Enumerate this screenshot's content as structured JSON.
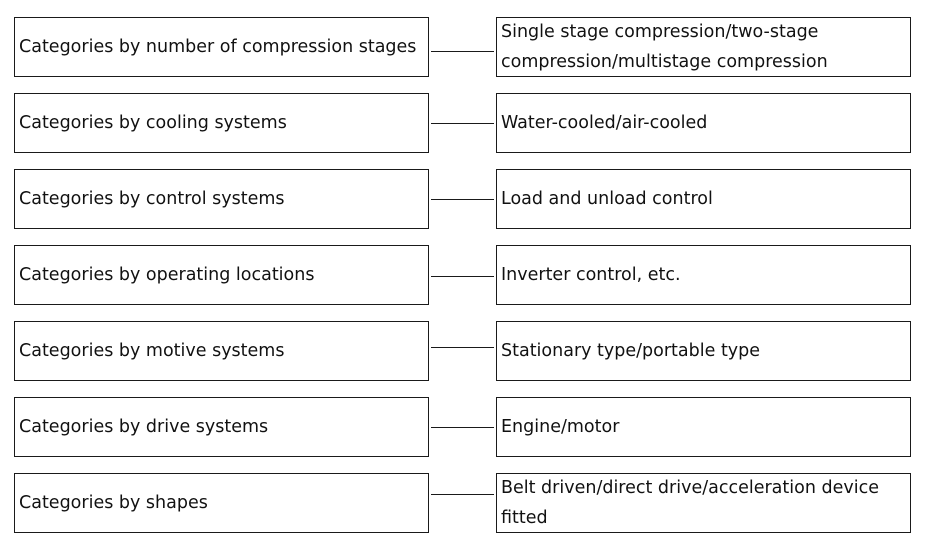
{
  "rows": [
    {
      "category": "Categories by number of compression stages",
      "example": "Single stage compression/two-stage compression/multistage compression"
    },
    {
      "category": "Categories by cooling systems",
      "example": "Water-cooled/air-cooled"
    },
    {
      "category": "Categories by control systems",
      "example": "Load and unload control"
    },
    {
      "category": "Categories by operating locations",
      "example": "Inverter control, etc."
    },
    {
      "category": "Categories by motive systems",
      "example": "Stationary type/portable type"
    },
    {
      "category": "Categories by drive systems",
      "example": "Engine/motor"
    },
    {
      "category": "Categories by shapes",
      "example": "Belt driven/direct drive/acceleration device fitted"
    }
  ]
}
